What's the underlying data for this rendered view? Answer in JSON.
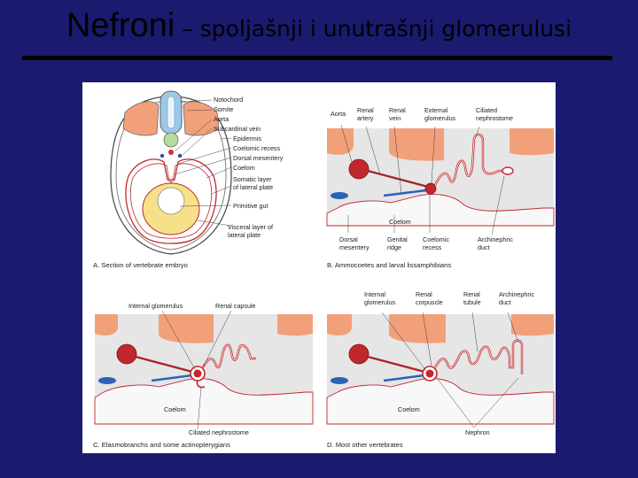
{
  "slide": {
    "title_main": "Nefroni",
    "title_sub": " – spoljašnji i unutrašnji glomerulusi",
    "background_color": "#1a1a6e"
  },
  "panel_a": {
    "caption": "A. Section of vertebrate embryo",
    "labels": {
      "notochord": "Notochord",
      "somite": "Somite",
      "aorta": "Aorta",
      "subcardinal_vein": "Subcardinal vein",
      "epidermis": "Epidermis",
      "coelomic_recess": "Coelomic recess",
      "dorsal_mesentery": "Dorsal mesentery",
      "coelom": "Coelom",
      "somatic_1": "Somatic layer",
      "somatic_2": "of lateral plate",
      "primitive_gut": "Primitive gut",
      "visceral_1": "Visceral layer of",
      "visceral_2": "lateral plate"
    }
  },
  "panel_b": {
    "caption": "B. Ammocoetes and larval lissamphibians",
    "labels": {
      "aorta": "Aorta",
      "renal_artery_1": "Renal",
      "renal_artery_2": "artery",
      "renal_vein_1": "Renal",
      "renal_vein_2": "vein",
      "external_glom_1": "External",
      "external_glom_2": "glomerulus",
      "ciliated_1": "Ciliated",
      "ciliated_2": "nephrostome",
      "coelom": "Coelom",
      "dorsal_mes_1": "Dorsal",
      "dorsal_mes_2": "mesentery",
      "genital_1": "Genital",
      "genital_2": "ridge",
      "coelomic_1": "Coelomic",
      "coelomic_2": "recess",
      "archinephric_1": "Archinephric",
      "archinephric_2": "duct"
    }
  },
  "panel_c": {
    "caption": "C. Elasmobranchs and some actinopterygians",
    "labels": {
      "internal_glom": "Internal glomerulus",
      "renal_capsule": "Renal capsule",
      "coelom": "Coelom",
      "ciliated": "Ciliated nephrostome"
    }
  },
  "panel_d": {
    "caption": "D. Most other vertebrates",
    "labels": {
      "internal_1": "Internal",
      "internal_2": "glomerulus",
      "corpuscle_1": "Renal",
      "corpuscle_2": "corpuscle",
      "tubule_1": "Renal",
      "tubule_2": "tubule",
      "archinephric_1": "Archinephric",
      "archinephric_2": "duct",
      "coelom": "Coelom",
      "nephron": "Nephron"
    }
  }
}
